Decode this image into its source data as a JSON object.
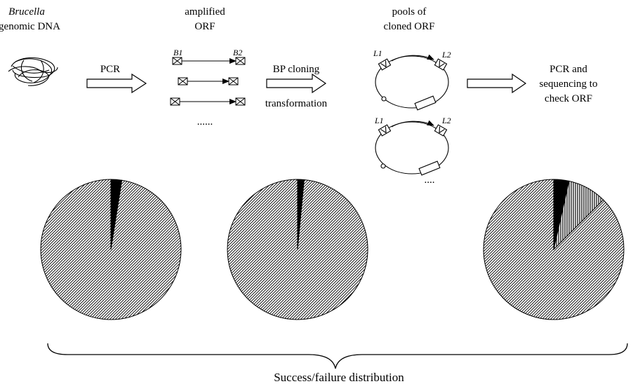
{
  "steps": {
    "genomic": {
      "line1": "Brucella",
      "line2": "genomic DNA"
    },
    "amplified": {
      "line1": "amplified",
      "line2": "ORF"
    },
    "pools": {
      "line1": "pools of",
      "line2": "cloned ORF"
    },
    "check": {
      "line1": "PCR and",
      "line2": "sequencing to",
      "line3": "check ORF"
    }
  },
  "arrows": {
    "pcr": "PCR",
    "bp_line1": "BP cloning",
    "bp_line2": "transformation"
  },
  "site_labels": {
    "b1": "B1",
    "b2": "B2",
    "l1": "L1",
    "l2": "L2"
  },
  "ellipsis": {
    "amplified": "......",
    "plasmids": "...."
  },
  "bracket_label": "Success/failure distribution",
  "colors": {
    "line": "#000000",
    "background": "#ffffff",
    "hatch": "#000000"
  },
  "chart_data": [
    {
      "type": "pie",
      "slices": [
        {
          "category": "success",
          "fill": "diagonal-hatch",
          "value": 97.5
        },
        {
          "category": "failure",
          "fill": "solid-black",
          "value": 2.5
        }
      ]
    },
    {
      "type": "pie",
      "slices": [
        {
          "category": "success",
          "fill": "diagonal-hatch",
          "value": 98.5
        },
        {
          "category": "failure",
          "fill": "solid-black",
          "value": 1.5
        }
      ]
    },
    {
      "type": "pie",
      "slices": [
        {
          "category": "success",
          "fill": "diagonal-hatch",
          "value": 87.5
        },
        {
          "category": "partial",
          "fill": "vertical-stripe",
          "value": 9.0
        },
        {
          "category": "failure",
          "fill": "solid-black",
          "value": 3.5
        }
      ]
    }
  ]
}
